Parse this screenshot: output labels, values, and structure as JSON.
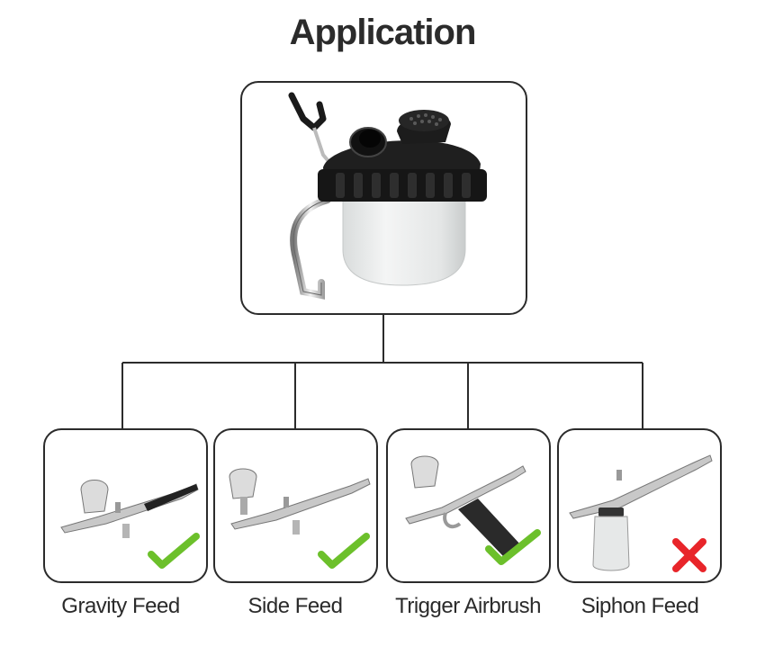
{
  "title": "Application",
  "center_product": {
    "icon": "airbrush-cleaning-pot-icon"
  },
  "feed_types": [
    {
      "label": "Gravity Feed",
      "compatible": true,
      "icon": "gravity-feed-airbrush-icon"
    },
    {
      "label": "Side Feed",
      "compatible": true,
      "icon": "side-feed-airbrush-icon"
    },
    {
      "label": "Trigger Airbrush",
      "compatible": true,
      "icon": "trigger-airbrush-icon"
    },
    {
      "label": "Siphon Feed",
      "compatible": false,
      "icon": "siphon-feed-airbrush-icon"
    }
  ],
  "colors": {
    "check": "#6cc02b",
    "cross": "#e8252a",
    "outline": "#2b2b2b"
  }
}
